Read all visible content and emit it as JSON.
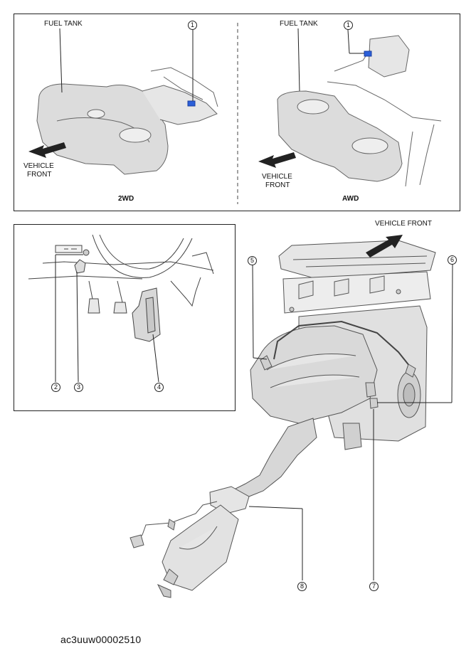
{
  "top_panel": {
    "left": {
      "fuel_tank_label": "FUEL TANK",
      "callout": "1",
      "vehicle_front_line1": "VEHICLE",
      "vehicle_front_line2": "FRONT",
      "drive_type": "2WD"
    },
    "right": {
      "fuel_tank_label": "FUEL TANK",
      "callout": "1",
      "vehicle_front_line1": "VEHICLE",
      "vehicle_front_line2": "FRONT",
      "drive_type": "AWD"
    }
  },
  "pedal_panel": {
    "callouts": [
      "2",
      "3",
      "4"
    ]
  },
  "engine": {
    "vehicle_front": "VEHICLE FRONT",
    "callouts": [
      "5",
      "6",
      "7",
      "8"
    ]
  },
  "figure_id": "ac3uuw00002510",
  "colors": {
    "highlight": "#2b5fd9",
    "line": "#222222",
    "fill": "#e4e4e4"
  }
}
